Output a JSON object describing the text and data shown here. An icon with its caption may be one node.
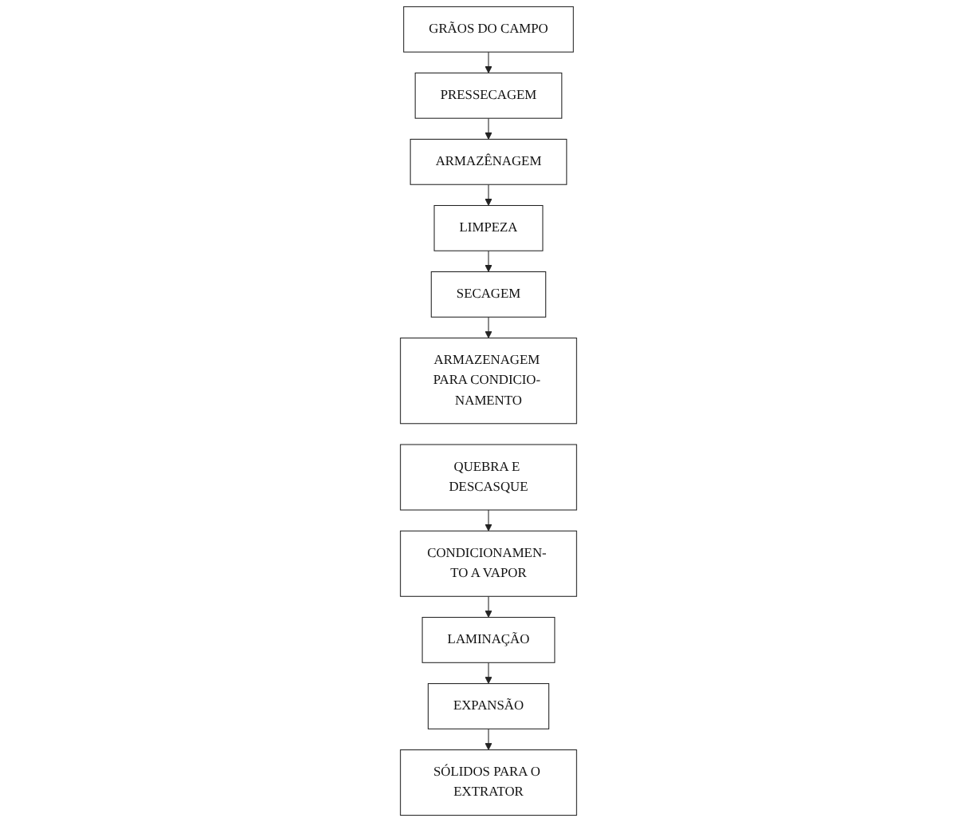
{
  "diagram": {
    "nodes": [
      {
        "text": [
          "GRÃOS DO CAMPO"
        ]
      },
      {
        "text": [
          "PRESSECAGEM"
        ]
      },
      {
        "text": [
          "ARMAZÊNAGEM"
        ]
      },
      {
        "text": [
          "LIMPEZA"
        ]
      },
      {
        "text": [
          "SECAGEM"
        ]
      },
      {
        "text": [
          "ARMAZENAGEM PARA CONDICIO- NAMENTO"
        ]
      },
      {
        "text": [
          "QUEBRA E DESCASQUE"
        ]
      },
      {
        "text": [
          "CONDICIONAMEN- TO A VAPOR"
        ]
      },
      {
        "text": [
          "LAMINAÇÃO"
        ]
      },
      {
        "text": [
          "EXPANSÃO"
        ]
      },
      {
        "text": [
          "SÓLIDOS PARA O EXTRATOR"
        ]
      }
    ],
    "edges": [
      {
        "from": 0,
        "to": 1,
        "arrow": "to"
      },
      {
        "from": 1,
        "to": 2,
        "arrow": "to"
      },
      {
        "from": 2,
        "to": 3,
        "arrow": "to"
      },
      {
        "from": 3,
        "to": 4,
        "arrow": "to"
      },
      {
        "from": 4,
        "to": 5,
        "arrow": "to"
      },
      {
        "from": 6,
        "to": 7,
        "arrow": "to"
      },
      {
        "from": 7,
        "to": 8,
        "arrow": "to"
      },
      {
        "from": 8,
        "to": 9,
        "arrow": "to"
      },
      {
        "from": 9,
        "to": 10,
        "arrow": "to"
      }
    ]
  }
}
